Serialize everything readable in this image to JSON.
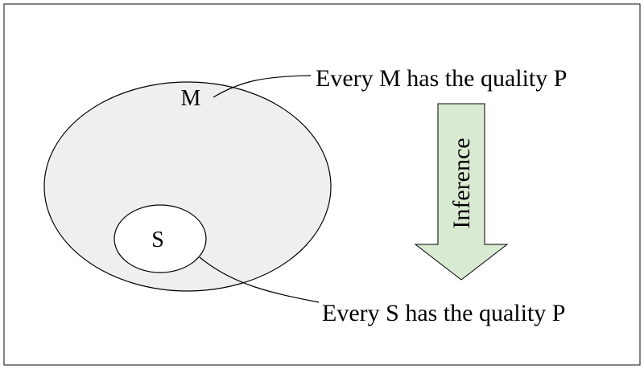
{
  "labels": {
    "m": "M",
    "s": "S",
    "top_statement": "Every M has the quality P",
    "bottom_statement": "Every S has the quality P",
    "arrow": "Inference"
  },
  "colors": {
    "outer_set_fill": "#efefef",
    "inner_set_fill": "#ffffff",
    "arrow_fill": "#d9ead3",
    "stroke": "#000000"
  }
}
